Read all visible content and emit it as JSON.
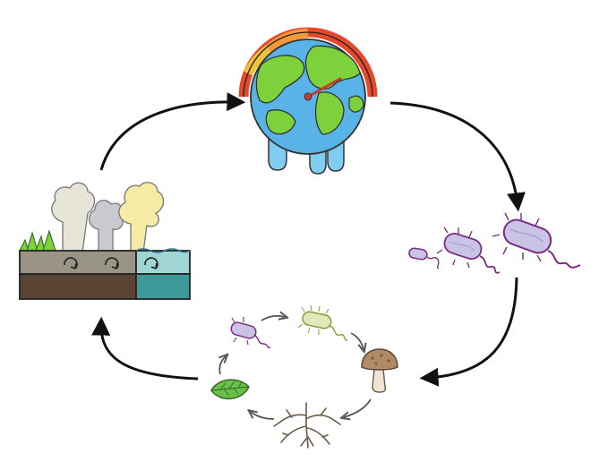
{
  "diagram": {
    "nodes": [
      {
        "id": "warming-earth",
        "icon": "melting-earth-thermometer-icon"
      },
      {
        "id": "microbes-growing",
        "icon": "bacteria-icon"
      },
      {
        "id": "decomposition-loop",
        "icon": "microbial-decomposition-icon"
      },
      {
        "id": "greenhouse-gas-release",
        "icon": "soil-gas-emission-icon"
      }
    ],
    "inner_loop": [
      "microbe",
      "hairy-microbe",
      "mushroom",
      "roots",
      "leaf"
    ],
    "colors": {
      "arrow": "#111111",
      "inner_arrow": "#555555",
      "ocean": "#5ab3e6",
      "land": "#7dd13a",
      "gauge_hot": "#e34a2c",
      "gauge_warm": "#f2a03d",
      "bacteria_body": "#c9c3e6",
      "bacteria_outline": "#7a2c82",
      "soil_top": "#9a9486",
      "soil_bottom": "#5b4433",
      "water": "#58b3b3"
    }
  }
}
